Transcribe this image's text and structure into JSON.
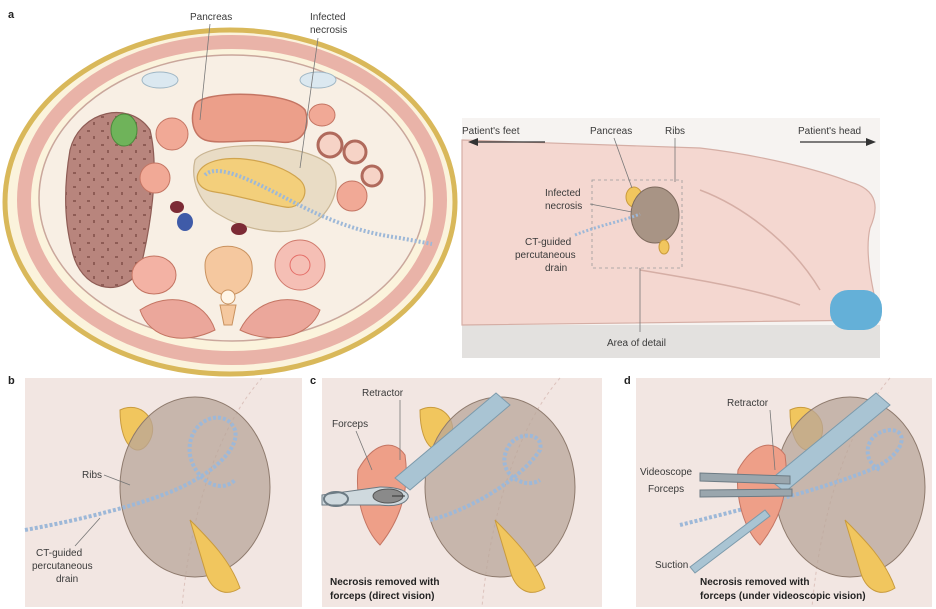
{
  "panel_a": {
    "letter": "a",
    "cross_section": {
      "pancreas": "Pancreas",
      "infected_necrosis_1": "Infected",
      "infected_necrosis_2": "necrosis"
    },
    "side_view": {
      "patients_feet": "Patient's feet",
      "patients_head": "Patient's head",
      "pancreas": "Pancreas",
      "ribs": "Ribs",
      "infected_necrosis_1": "Infected",
      "infected_necrosis_2": "necrosis",
      "drain_1": "CT-guided",
      "drain_2": "percutaneous",
      "drain_3": "drain",
      "area_of_detail": "Area of detail"
    }
  },
  "panel_b": {
    "letter": "b",
    "ribs": "Ribs",
    "drain_1": "CT-guided",
    "drain_2": "percutaneous",
    "drain_3": "drain"
  },
  "panel_c": {
    "letter": "c",
    "retractor": "Retractor",
    "forceps": "Forceps",
    "caption_1": "Necrosis removed with",
    "caption_2": "forceps (direct vision)"
  },
  "panel_d": {
    "letter": "d",
    "retractor": "Retractor",
    "videoscope": "Videoscope",
    "forceps": "Forceps",
    "suction": "Suction",
    "caption_1": "Necrosis removed with",
    "caption_2": "forceps (under videoscopic vision)"
  },
  "colors": {
    "panel_bg": "#f2e6e2",
    "skin": "#f4d7d0",
    "body_outline": "#d9b85a",
    "necrosis": "#b8a59a",
    "pancreas": "#f1c65e",
    "drain": "#9db8d8",
    "tool": "#a9c4d3",
    "muscle": "#e9a89b"
  }
}
